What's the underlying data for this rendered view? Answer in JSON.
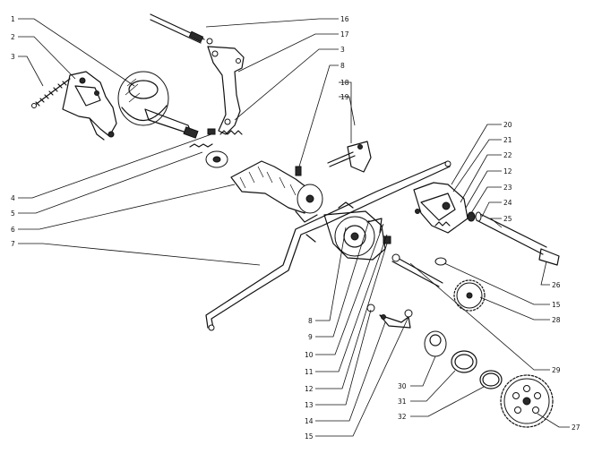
{
  "callouts": [
    {
      "id": "c1",
      "label": "1"
    },
    {
      "id": "c2",
      "label": "2"
    },
    {
      "id": "c3a",
      "label": "3"
    },
    {
      "id": "c3b",
      "label": "3"
    },
    {
      "id": "c4",
      "label": "4"
    },
    {
      "id": "c5",
      "label": "5"
    },
    {
      "id": "c6",
      "label": "6"
    },
    {
      "id": "c7",
      "label": "7"
    },
    {
      "id": "c8a",
      "label": "8"
    },
    {
      "id": "c8b",
      "label": "8"
    },
    {
      "id": "c9",
      "label": "9"
    },
    {
      "id": "c10",
      "label": "10"
    },
    {
      "id": "c11",
      "label": "11"
    },
    {
      "id": "c12a",
      "label": "12"
    },
    {
      "id": "c12b",
      "label": "12"
    },
    {
      "id": "c13",
      "label": "13"
    },
    {
      "id": "c14",
      "label": "14"
    },
    {
      "id": "c15a",
      "label": "15"
    },
    {
      "id": "c15b",
      "label": "15"
    },
    {
      "id": "c16",
      "label": "16"
    },
    {
      "id": "c17",
      "label": "17"
    },
    {
      "id": "c18",
      "label": "18"
    },
    {
      "id": "c19",
      "label": "19"
    },
    {
      "id": "c20",
      "label": "20"
    },
    {
      "id": "c21",
      "label": "21"
    },
    {
      "id": "c22",
      "label": "22"
    },
    {
      "id": "c23",
      "label": "23"
    },
    {
      "id": "c24",
      "label": "24"
    },
    {
      "id": "c25",
      "label": "25"
    },
    {
      "id": "c26",
      "label": "26"
    },
    {
      "id": "c27",
      "label": "27"
    },
    {
      "id": "c28",
      "label": "28"
    },
    {
      "id": "c29",
      "label": "29"
    },
    {
      "id": "c30",
      "label": "30"
    },
    {
      "id": "c31",
      "label": "31"
    },
    {
      "id": "c32",
      "label": "32"
    }
  ]
}
